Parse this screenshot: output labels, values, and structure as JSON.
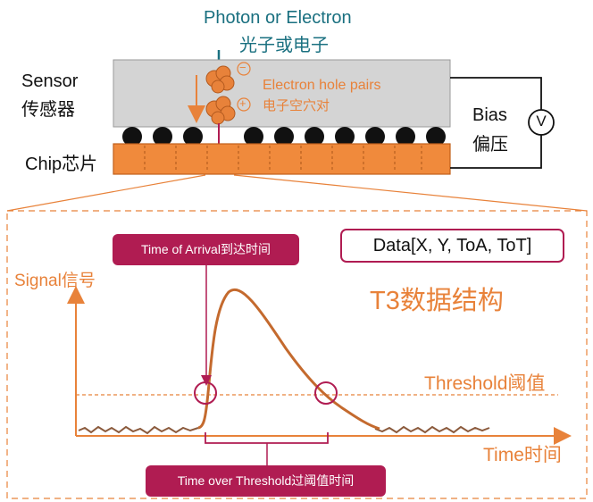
{
  "particle": {
    "en": "Photon or Electron",
    "zh": "光子或电子"
  },
  "sensor": {
    "en": "Sensor",
    "zh": "传感器"
  },
  "chip": {
    "label": "Chip芯片"
  },
  "pairs": {
    "en": "Electron hole pairs",
    "zh": "电子空穴对",
    "minus": "−",
    "plus": "+"
  },
  "bias": {
    "en": "Bias",
    "zh": "偏压",
    "voltmeter": "V"
  },
  "data_format": "Data[X, Y, ToA, ToT]",
  "structure_title": "T3数据结构",
  "signal_axis": "Signal信号",
  "time_axis": "Time时间",
  "threshold": "Threshold阈值",
  "toa_label": "Time of Arrival到达时间",
  "tot_label": "Time over Threshold过阈值时间",
  "colors": {
    "teal": "#1a7080",
    "orange": "#e8823a",
    "chip_orange": "#f08a3c",
    "crimson": "#b01c52",
    "sensor_gray": "#d4d4d4",
    "noise_brown": "#8b5a3c"
  },
  "icons": [
    "down-arrow-icon",
    "electron-cloud-icon",
    "hole-cloud-icon",
    "voltmeter-icon",
    "bump-bond-icon",
    "threshold-crossing-circle-icon"
  ]
}
